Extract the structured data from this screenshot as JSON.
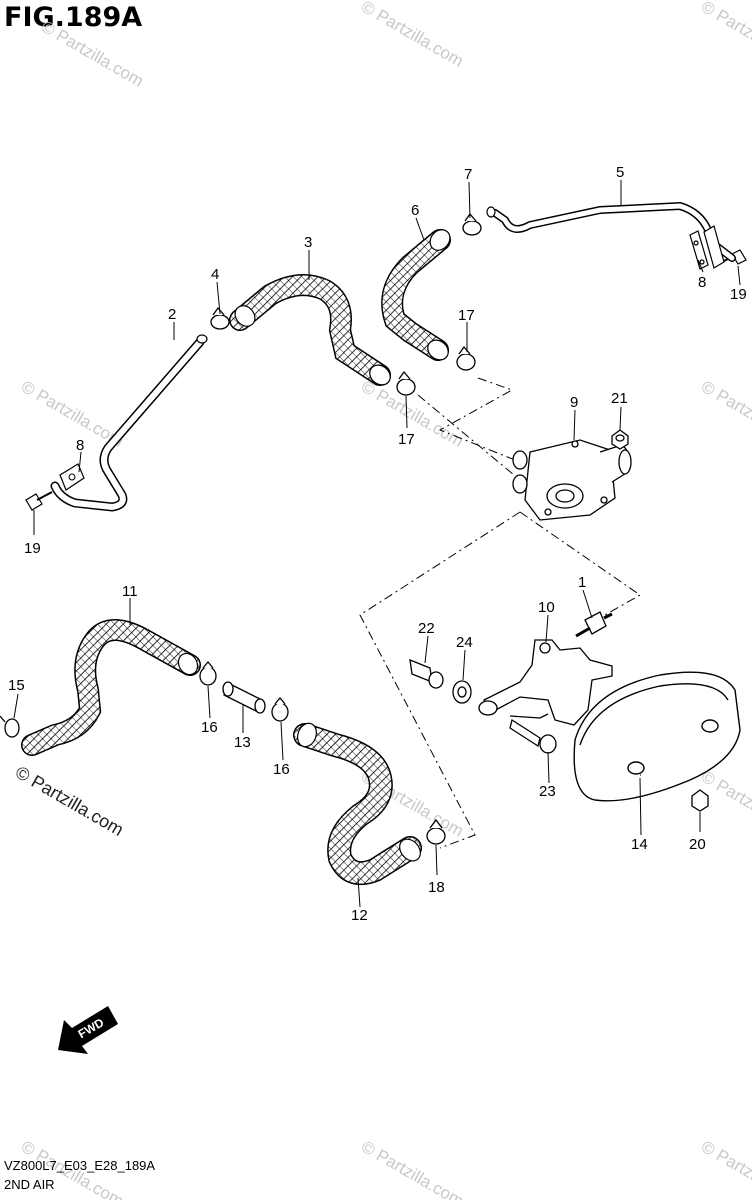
{
  "figure": {
    "title": "FIG.189A",
    "model_code": "VZ800L7_E03_E28_189A",
    "section_name": "2ND AIR"
  },
  "watermark": {
    "text": "© Partzilla.com",
    "copyright_text": "© Partzilla.com"
  },
  "direction_marker": {
    "label": "FWD"
  },
  "callouts": [
    {
      "id": "c1",
      "text": "1"
    },
    {
      "id": "c2",
      "text": "2"
    },
    {
      "id": "c3",
      "text": "3"
    },
    {
      "id": "c4",
      "text": "4"
    },
    {
      "id": "c5",
      "text": "5"
    },
    {
      "id": "c6",
      "text": "6"
    },
    {
      "id": "c7",
      "text": "7"
    },
    {
      "id": "c8a",
      "text": "8"
    },
    {
      "id": "c8b",
      "text": "8"
    },
    {
      "id": "c9",
      "text": "9"
    },
    {
      "id": "c10",
      "text": "10"
    },
    {
      "id": "c11",
      "text": "11"
    },
    {
      "id": "c12",
      "text": "12"
    },
    {
      "id": "c13",
      "text": "13"
    },
    {
      "id": "c14",
      "text": "14"
    },
    {
      "id": "c15",
      "text": "15"
    },
    {
      "id": "c16a",
      "text": "16"
    },
    {
      "id": "c16b",
      "text": "16"
    },
    {
      "id": "c17a",
      "text": "17"
    },
    {
      "id": "c17b",
      "text": "17"
    },
    {
      "id": "c18",
      "text": "18"
    },
    {
      "id": "c19a",
      "text": "19"
    },
    {
      "id": "c19b",
      "text": "19"
    },
    {
      "id": "c20",
      "text": "20"
    },
    {
      "id": "c21",
      "text": "21"
    },
    {
      "id": "c22",
      "text": "22"
    },
    {
      "id": "c23",
      "text": "23"
    },
    {
      "id": "c24",
      "text": "24"
    }
  ],
  "colors": {
    "line": "#000000",
    "hose_fill": "#ffffff",
    "hatch": "#000000",
    "watermark": "#c8c8c8"
  }
}
